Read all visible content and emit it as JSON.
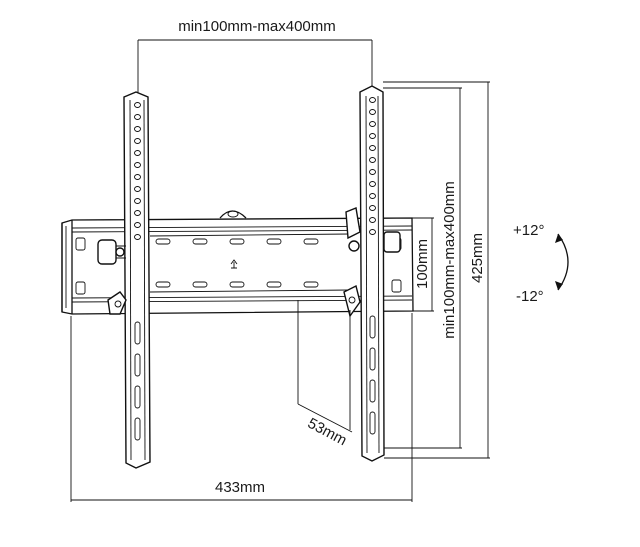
{
  "dimensions": {
    "top_span": "min100mm-max400mm",
    "vertical_span": "min100mm-max400mm",
    "rail_spacing": "100mm",
    "height": "425mm",
    "depth": "53mm",
    "width": "433mm"
  },
  "tilt": {
    "up": "+12°",
    "down": "-12°"
  },
  "icons": {
    "direction": "up-arrow-icon",
    "tilt": "curved-arrow-icon"
  }
}
